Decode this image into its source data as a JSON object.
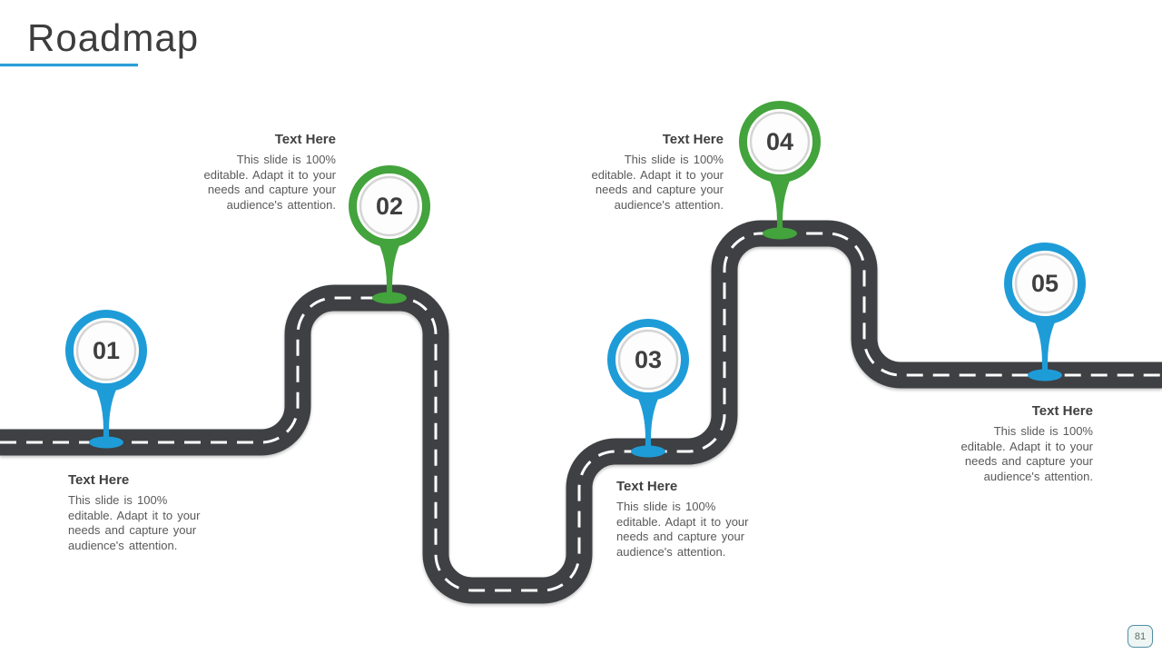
{
  "slide": {
    "title": "Roadmap",
    "page_number": "81"
  },
  "colors": {
    "road": "#3e4043",
    "road_dash": "#ffffff",
    "title_underline": "#2a9fd8",
    "blue": "#1e9cd8",
    "green": "#43a33c"
  },
  "milestones": [
    {
      "number": "01",
      "color": "#1e9cd8",
      "heading": "Text Here",
      "body": [
        "This slide is 100%",
        "editable. Adapt it to your",
        "needs and capture your",
        "audience's attention."
      ]
    },
    {
      "number": "02",
      "color": "#43a33c",
      "heading": "Text Here",
      "body": [
        "This slide is 100%",
        "editable. Adapt it to your",
        "needs and capture your",
        "audience's attention."
      ]
    },
    {
      "number": "03",
      "color": "#1e9cd8",
      "heading": "Text Here",
      "body": [
        "This slide is 100%",
        "editable. Adapt it to your",
        "needs and capture your",
        "audience's attention."
      ]
    },
    {
      "number": "04",
      "color": "#43a33c",
      "heading": "Text Here",
      "body": [
        "This slide is 100%",
        "editable. Adapt it to your",
        "needs and capture your",
        "audience's attention."
      ]
    },
    {
      "number": "05",
      "color": "#1e9cd8",
      "heading": "Text Here",
      "body": [
        "This slide is 100%",
        "editable. Adapt it to your",
        "needs and capture your",
        "audience's attention."
      ]
    }
  ]
}
